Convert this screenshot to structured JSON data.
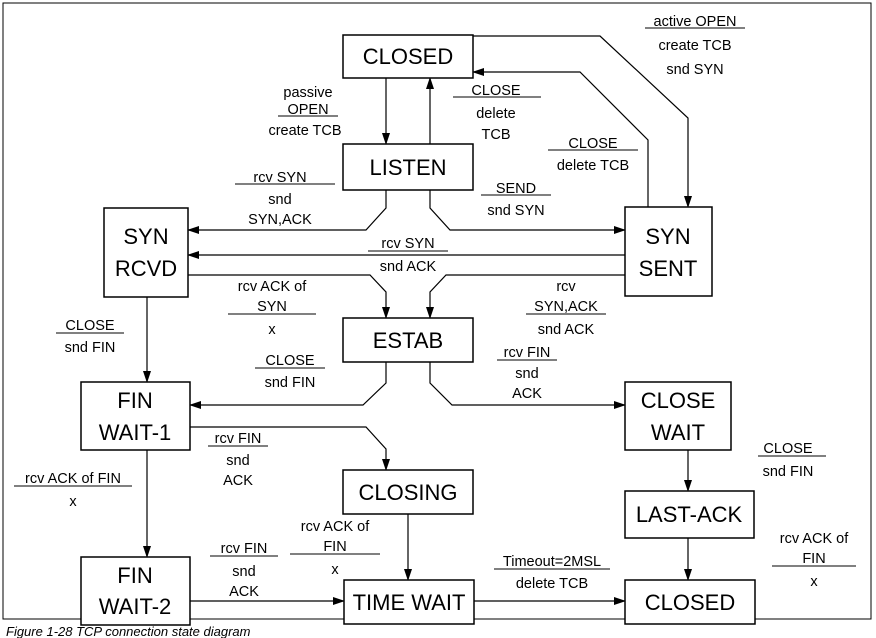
{
  "figure": {
    "caption": "Figure 1-28   TCP connection state diagram"
  },
  "states": {
    "closed_top": "CLOSED",
    "listen": "LISTEN",
    "syn_rcvd": [
      "SYN",
      "RCVD"
    ],
    "syn_sent": [
      "SYN",
      "SENT"
    ],
    "estab": "ESTAB",
    "fin_wait_1": [
      "FIN",
      "WAIT-1"
    ],
    "close_wait": [
      "CLOSE",
      "WAIT"
    ],
    "closing": "CLOSING",
    "last_ack": "LAST-ACK",
    "fin_wait_2": [
      "FIN",
      "WAIT-2"
    ],
    "time_wait": "TIME WAIT",
    "closed_bottom": "CLOSED"
  },
  "transitions": {
    "active_open": [
      "active OPEN",
      "create TCB",
      "snd SYN"
    ],
    "passive_open": [
      "passive",
      "OPEN",
      "create TCB"
    ],
    "close_listen": [
      "CLOSE",
      "delete",
      "TCB"
    ],
    "close_syn_sent": [
      "CLOSE",
      "delete TCB"
    ],
    "listen_to_syn_rcvd": [
      "rcv SYN",
      "snd",
      "SYN,ACK"
    ],
    "send": [
      "SEND",
      "snd SYN"
    ],
    "sent_to_rcvd": [
      "rcv SYN",
      "snd ACK"
    ],
    "rcvd_to_estab": [
      "rcv ACK of",
      "SYN",
      "x"
    ],
    "sent_to_estab": [
      "rcv",
      "SYN,ACK",
      "snd ACK"
    ],
    "close_rcvd": [
      "CLOSE",
      "snd FIN"
    ],
    "close_estab": [
      "CLOSE",
      "snd FIN"
    ],
    "estab_to_close_wait": [
      "rcv FIN",
      "snd",
      "ACK"
    ],
    "fin1_to_closing": [
      "rcv FIN",
      "snd",
      "ACK"
    ],
    "fin1_to_fin2": [
      "rcv ACK of FIN",
      "x"
    ],
    "close_wait_to_last_ack": [
      "CLOSE",
      "snd FIN"
    ],
    "closing_to_time_wait": [
      "rcv ACK of",
      "FIN",
      "x"
    ],
    "fin2_to_time_wait": [
      "rcv FIN",
      "snd",
      "ACK"
    ],
    "last_ack_to_closed": [
      "rcv ACK of",
      "FIN",
      "x"
    ],
    "timeout": [
      "Timeout=2MSL",
      "delete TCB"
    ]
  }
}
